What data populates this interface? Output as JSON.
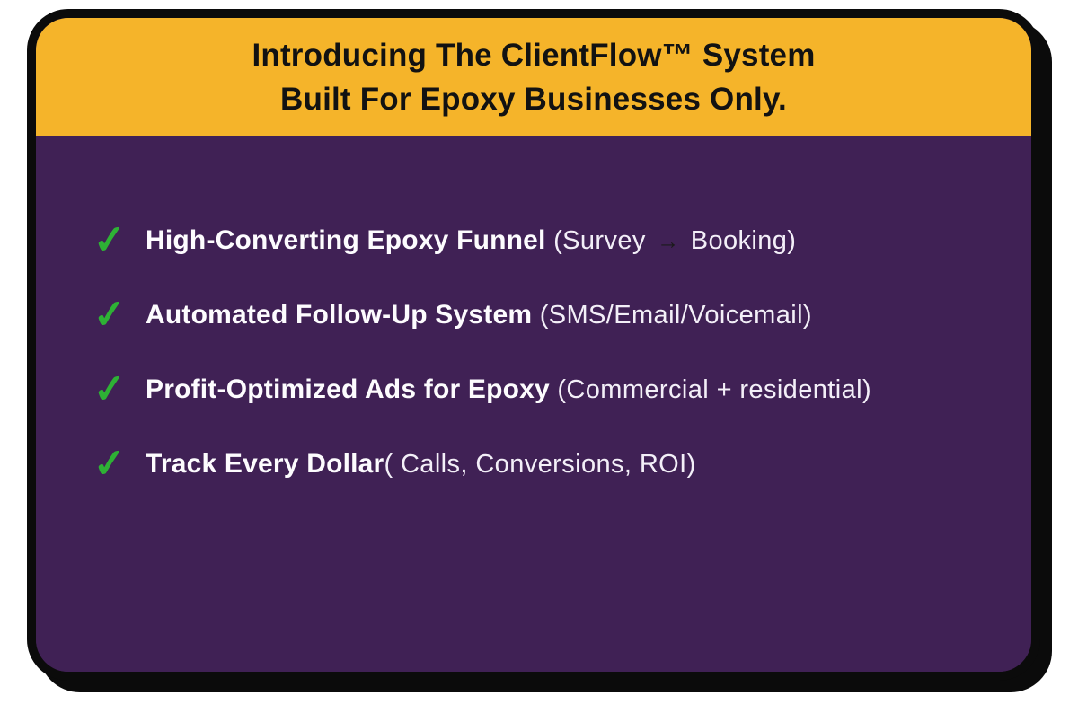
{
  "header": {
    "title_line1": "Introducing The ClientFlow™ System",
    "title_line2": "Built For Epoxy Businesses Only.",
    "bg_color": "#F5B42A",
    "text_color": "#121212"
  },
  "checklist": {
    "bg_color": "#402155",
    "check_color": "#2EB135",
    "check_glyph": "✓",
    "arrow_color": "#1a1a1a",
    "items": [
      {
        "bold": "High-Converting Epoxy Funnel",
        "pre": " (Survey ",
        "arrow": "→",
        "post": " Booking)"
      },
      {
        "bold": "Automated Follow-Up System",
        "pre": " (SMS/Email/Voicemail)",
        "arrow": "",
        "post": ""
      },
      {
        "bold": "Profit-Optimized Ads for Epoxy",
        "pre": " (Commercial + residential)",
        "arrow": "",
        "post": ""
      },
      {
        "bold": "Track Every Dollar",
        "pre": "( Calls, Conversions, ROI)",
        "arrow": "",
        "post": ""
      }
    ]
  }
}
